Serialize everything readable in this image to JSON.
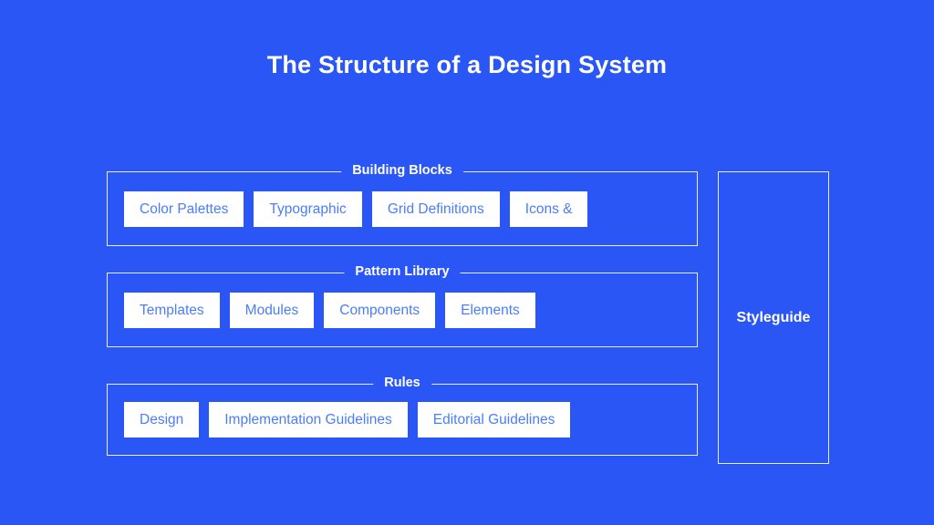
{
  "page": {
    "title": "The Structure of a Design System",
    "background_color": "#2a56f5",
    "border_color": "#e9eeff",
    "chip_background_color": "#ffffff",
    "chip_text_color": "#4a7dfc",
    "heading_text_color": "#ffffff"
  },
  "diagram": {
    "groups": [
      {
        "legend": "Building Blocks",
        "items": [
          {
            "label": "Color Palettes"
          },
          {
            "label": "Typographic"
          },
          {
            "label": "Grid Definitions"
          },
          {
            "label": "Icons &"
          }
        ]
      },
      {
        "legend": "Pattern Library",
        "items": [
          {
            "label": "Templates"
          },
          {
            "label": "Modules"
          },
          {
            "label": "Components"
          },
          {
            "label": "Elements"
          }
        ]
      },
      {
        "legend": "Rules",
        "items": [
          {
            "label": "Design"
          },
          {
            "label": "Implementation Guidelines"
          },
          {
            "label": "Editorial Guidelines"
          }
        ]
      }
    ],
    "sidebar": {
      "label": "Styleguide"
    }
  }
}
